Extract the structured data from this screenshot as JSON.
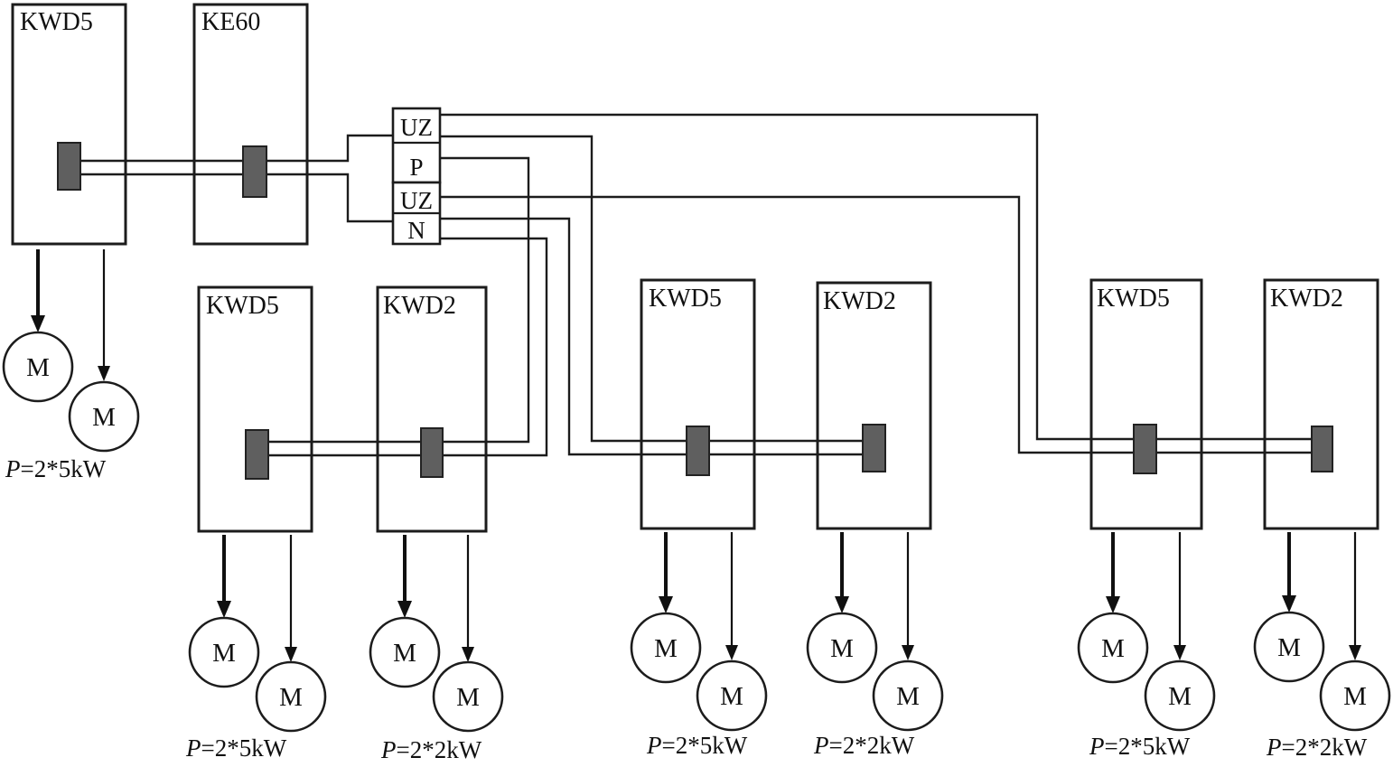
{
  "feeder": {
    "kwd5_label": "KWD5",
    "ke60_label": "KE60",
    "power_p": "P",
    "power_rest": "=2*5kW"
  },
  "junction_p": {
    "line1": "UZ",
    "line2": "P"
  },
  "junction_n": {
    "line1": "UZ",
    "line2": "N"
  },
  "motor_label": "M",
  "colors": {
    "line": "#1c1c1c",
    "connector_fill": "#5f5f5f",
    "background": "#ffffff"
  },
  "pairs": [
    {
      "left_label": "KWD5",
      "left_power_p": "P",
      "left_power_rest": "=2*5kW",
      "right_label": "KWD2",
      "right_power_p": "P",
      "right_power_rest": "=2*2kW"
    },
    {
      "left_label": "KWD5",
      "left_power_p": "P",
      "left_power_rest": "=2*5kW",
      "right_label": "KWD2",
      "right_power_p": "P",
      "right_power_rest": "=2*2kW"
    },
    {
      "left_label": "KWD5",
      "left_power_p": "P",
      "left_power_rest": "=2*5kW",
      "right_label": "KWD2",
      "right_power_p": "P",
      "right_power_rest": "=2*2kW"
    }
  ]
}
